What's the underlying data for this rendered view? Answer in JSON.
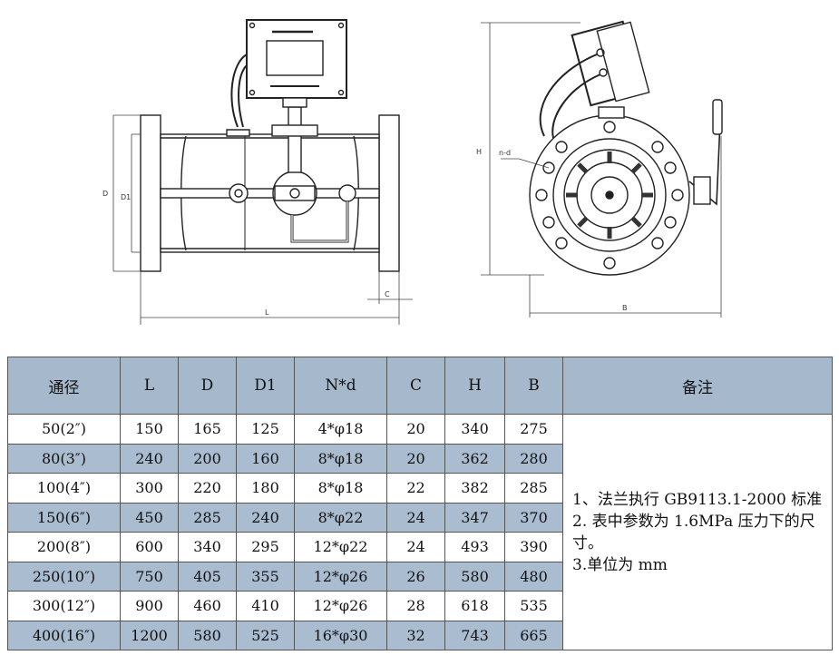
{
  "drawing": {
    "front_view": {
      "dim_labels": {
        "d": "D",
        "d1": "D1",
        "c": "C",
        "l": "L"
      }
    },
    "side_view": {
      "dim_labels": {
        "h": "H",
        "b": "B",
        "nd": "n-d"
      }
    }
  },
  "table": {
    "headers": [
      "通径",
      "L",
      "D",
      "D1",
      "N*d",
      "C",
      "H",
      "B",
      "备注"
    ],
    "rows": [
      [
        "50(2″)",
        "150",
        "165",
        "125",
        "4*φ18",
        "20",
        "340",
        "275"
      ],
      [
        "80(3″)",
        "240",
        "200",
        "160",
        "8*φ18",
        "20",
        "362",
        "280"
      ],
      [
        "100(4″)",
        "300",
        "220",
        "180",
        "8*φ18",
        "22",
        "382",
        "285"
      ],
      [
        "150(6″)",
        "450",
        "285",
        "240",
        "8*φ22",
        "24",
        "347",
        "370"
      ],
      [
        "200(8″)",
        "600",
        "340",
        "295",
        "12*φ22",
        "24",
        "493",
        "390"
      ],
      [
        "250(10″)",
        "750",
        "405",
        "355",
        "12*φ26",
        "26",
        "580",
        "480"
      ],
      [
        "300(12″)",
        "900",
        "460",
        "410",
        "12*φ26",
        "28",
        "618",
        "535"
      ],
      [
        "400(16″)",
        "1200",
        "580",
        "525",
        "16*φ30",
        "32",
        "743",
        "665"
      ]
    ],
    "notes": [
      "1、法兰执行 GB9113.1-2000 标准",
      "2. 表中参数为 1.6MPa 压力下的尺寸。",
      "3.单位为 mm"
    ]
  },
  "colors": {
    "header_bg": "#a5b8cc",
    "alt_row_bg": "#a9bcd0",
    "line": "#222222"
  }
}
